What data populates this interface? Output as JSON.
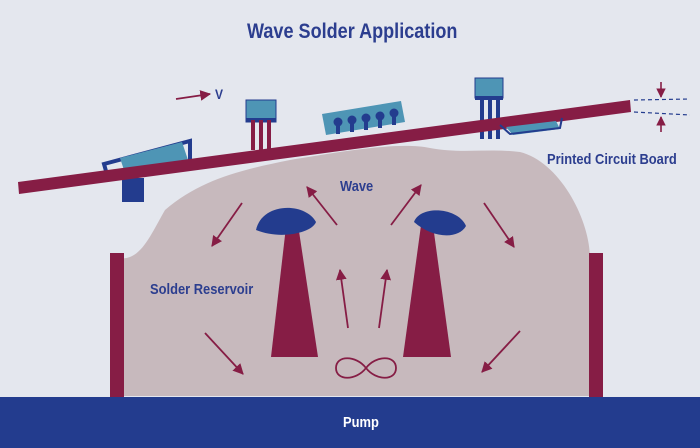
{
  "title": "Wave Solder Application",
  "labels": {
    "velocity": "V",
    "board": "Printed Circuit Board",
    "wave": "Wave",
    "reservoir": "Solder Reservoir",
    "pump": "Pump"
  },
  "colors": {
    "background": "#e4e7ee",
    "solder": "#c7b9bd",
    "maroon": "#861d45",
    "navy": "#233c8e",
    "component": "#4e95b5",
    "label": "#2c3e8f"
  }
}
